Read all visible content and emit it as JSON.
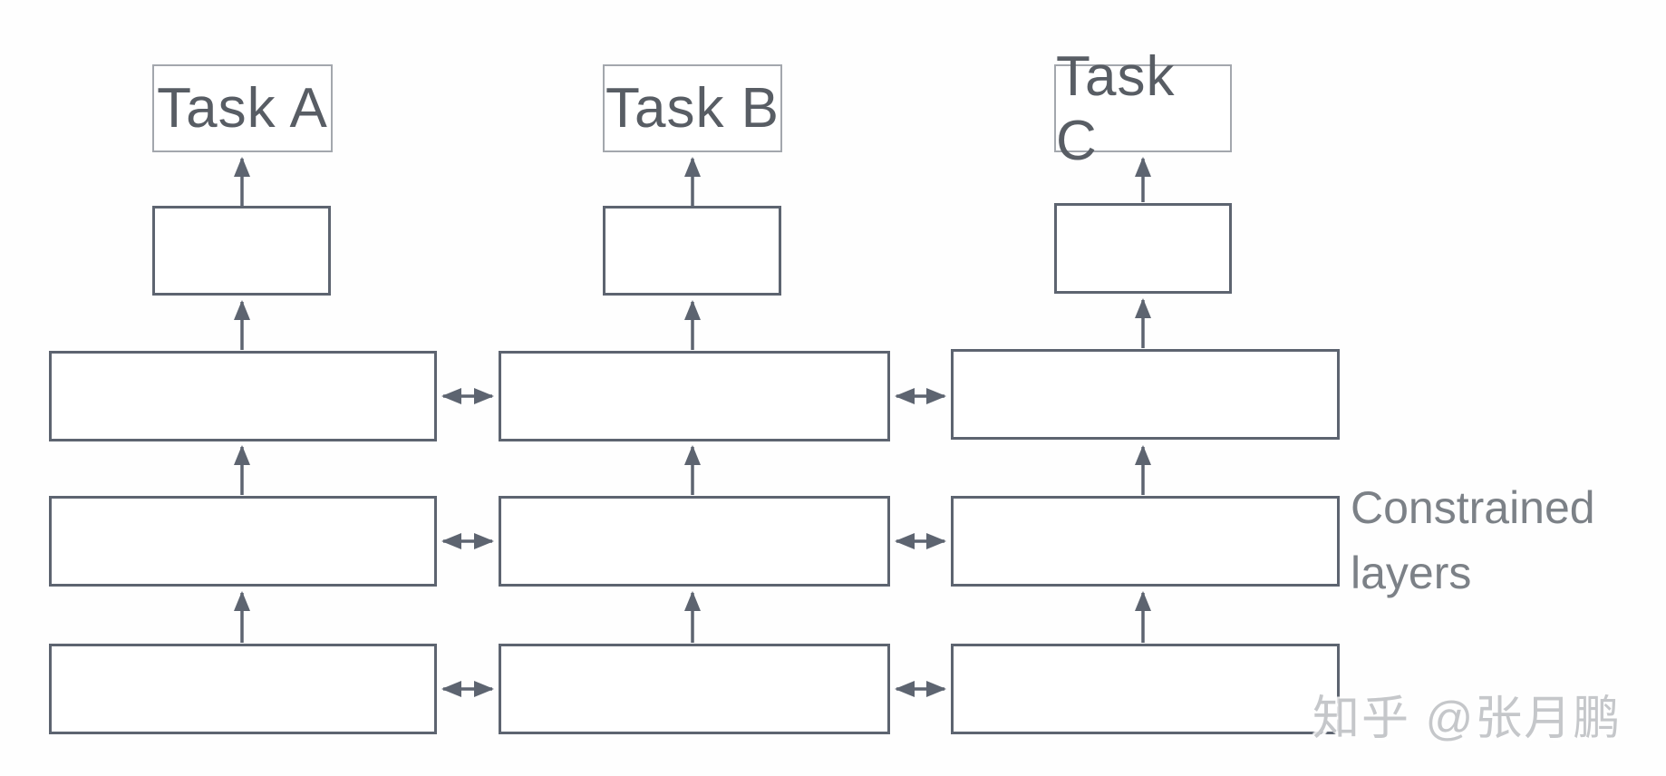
{
  "diagram": {
    "tasks": [
      {
        "label": "Task A"
      },
      {
        "label": "Task B"
      },
      {
        "label": "Task C"
      }
    ],
    "annotation": {
      "label": "Constrained layers"
    },
    "watermark": {
      "label": "知乎 @张月鹏"
    },
    "grid": {
      "columns": 3,
      "constrained_rows": 3,
      "head_boxes": 3
    },
    "icons": {
      "up_arrow": "↑",
      "bidirectional_arrow": "↔"
    },
    "colors": {
      "box_border": "#5d6470",
      "task_box_border": "#a3a7ad",
      "arrow": "#5d6470",
      "task_text": "#585d64",
      "annotation_text": "#7c8187",
      "watermark_text": "#c5c7ca",
      "background": "#fefefe"
    }
  }
}
